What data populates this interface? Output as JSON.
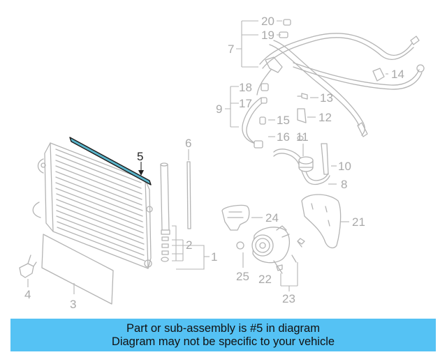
{
  "diagram": {
    "highlight_color": "#5ab3c9",
    "callouts": [
      {
        "id": "c1",
        "text": "1"
      },
      {
        "id": "c2",
        "text": "2"
      },
      {
        "id": "c3",
        "text": "3"
      },
      {
        "id": "c4",
        "text": "4"
      },
      {
        "id": "c5",
        "text": "5",
        "highlighted": true
      },
      {
        "id": "c6",
        "text": "6"
      },
      {
        "id": "c7",
        "text": "7"
      },
      {
        "id": "c8",
        "text": "8"
      },
      {
        "id": "c9",
        "text": "9"
      },
      {
        "id": "c10",
        "text": "10"
      },
      {
        "id": "c11",
        "text": "11"
      },
      {
        "id": "c12",
        "text": "12"
      },
      {
        "id": "c13",
        "text": "13"
      },
      {
        "id": "c14",
        "text": "14"
      },
      {
        "id": "c15",
        "text": "15"
      },
      {
        "id": "c16",
        "text": "16"
      },
      {
        "id": "c17",
        "text": "17"
      },
      {
        "id": "c18",
        "text": "18"
      },
      {
        "id": "c19",
        "text": "19"
      },
      {
        "id": "c20",
        "text": "20"
      },
      {
        "id": "c21",
        "text": "21"
      },
      {
        "id": "c22",
        "text": "22"
      },
      {
        "id": "c23",
        "text": "23"
      },
      {
        "id": "c24",
        "text": "24"
      },
      {
        "id": "c25",
        "text": "25"
      }
    ]
  },
  "banner": {
    "line1": "Part or sub-assembly is #5 in diagram",
    "line2": "Diagram may not be specific to your vehicle",
    "background": "#55c2f4"
  }
}
